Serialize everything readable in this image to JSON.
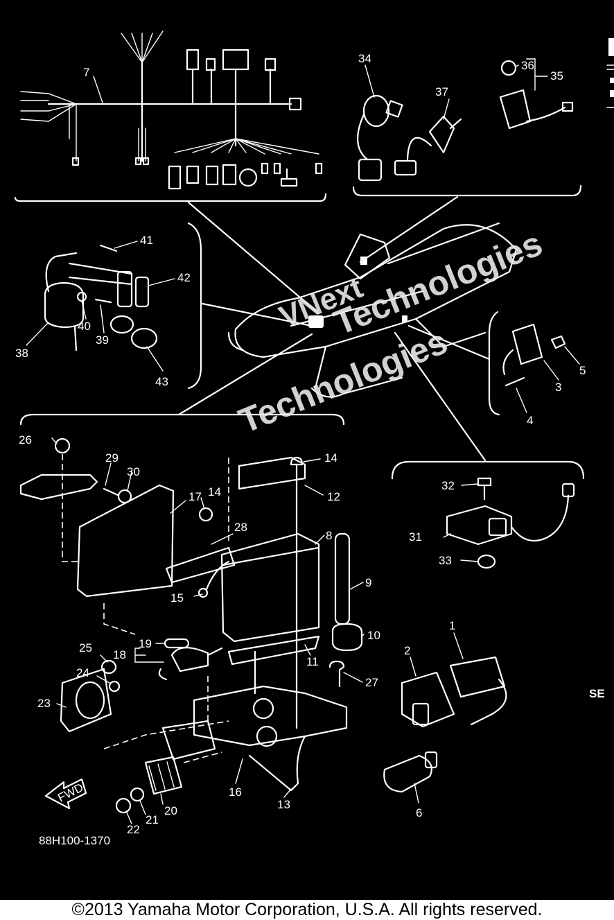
{
  "diagram_code": "88H100-1370",
  "fwd_label": "FWD",
  "cut_off_text": "SE",
  "copyright": "©2013 Yamaha Motor Corporation, U.S.A. All rights reserved.",
  "watermark": {
    "line1": "VNext",
    "line2": "Technologies",
    "line3": "Technologies"
  },
  "callouts": {
    "c1": "1",
    "c2": "2",
    "c3": "3",
    "c4": "4",
    "c5": "5",
    "c6": "6",
    "c7": "7",
    "c8": "8",
    "c9": "9",
    "c10": "10",
    "c11": "11",
    "c12": "12",
    "c13": "13",
    "c14a": "14",
    "c14b": "14",
    "c15": "15",
    "c16": "16",
    "c17": "17",
    "c18": "18",
    "c19": "19",
    "c20": "20",
    "c21": "21",
    "c22": "22",
    "c23": "23",
    "c24": "24",
    "c25": "25",
    "c26": "26",
    "c27": "27",
    "c28": "28",
    "c29": "29",
    "c30": "30",
    "c31": "31",
    "c32": "32",
    "c33": "33",
    "c34": "34",
    "c35": "35",
    "c36": "36",
    "c37": "37",
    "c38": "38",
    "c39": "39",
    "c40": "40",
    "c41": "41",
    "c42": "42",
    "c43": "43"
  }
}
